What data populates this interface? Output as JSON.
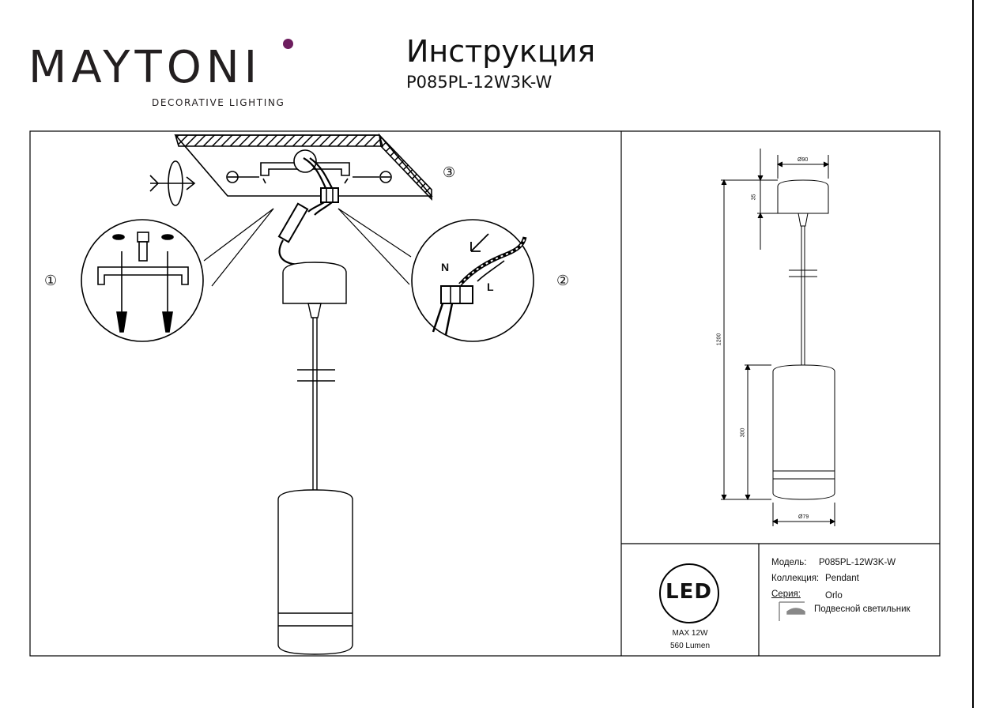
{
  "header": {
    "logo_text": "MAYTONI",
    "logo_tagline": "DECORATIVE LIGHTING",
    "title": "Инструкция",
    "model_code": "P085PL-12W3K-W"
  },
  "install_steps": {
    "step1": "①",
    "step2": "②",
    "step3": "③",
    "wire_n": "N",
    "wire_l": "L"
  },
  "dimensions": {
    "canopy_diameter": "Ø90",
    "canopy_height": "35",
    "total_height": "1200",
    "body_height": "300",
    "body_diameter": "Ø79"
  },
  "led_badge": {
    "label": "LED",
    "power": "MAX 12W",
    "lumen": "560 Lumen"
  },
  "specs": {
    "model_label": "Модель:",
    "model_value": "P085PL-12W3K-W",
    "collection_label": "Коллекция:",
    "collection_value": "Pendant",
    "series_label": "Серия:",
    "series_value": "Orlo",
    "type_value": "Подвесной светильник"
  },
  "colors": {
    "logo_dot": "#6d1d5e",
    "line": "#111111"
  }
}
